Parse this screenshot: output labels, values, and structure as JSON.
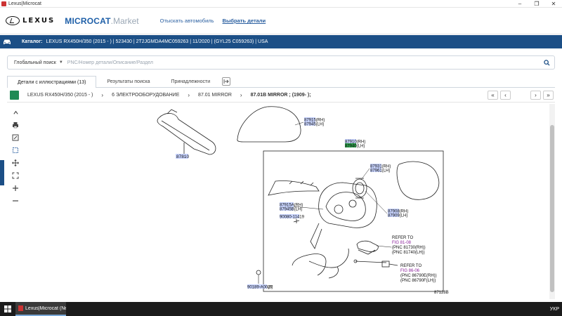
{
  "window": {
    "title": "Lexus|Microcat",
    "controls": [
      "–",
      "❐",
      "✕"
    ]
  },
  "brand": {
    "logo_word": "LEXUS",
    "name": "MICROCAT",
    "suffix": ".Market"
  },
  "topnav": {
    "find_vehicle": "Отыскать автомобиль",
    "select_parts": "Выбрать детали"
  },
  "catalog": {
    "label": "Каталог:",
    "value": "LEXUS RX450H/350 (2015 - ) | 523430 | 2T2JGMDA4MC059263 | 11/2020 | (GYL25 C059263) | USA"
  },
  "search": {
    "type": "Глобальный поиск",
    "placeholder": "PNC/Номер детали/Описание/Раздел"
  },
  "tabs": [
    {
      "label": "Детали с иллюстрациями (13)"
    },
    {
      "label": "Результаты поиска"
    },
    {
      "label": "Принадлежности"
    }
  ],
  "breadcrumb": [
    {
      "label": "LEXUS RX450H/350 (2015 - )"
    },
    {
      "label": "6 ЭЛЕКТРООБОРУДОВАНИЕ"
    },
    {
      "label": "87.01 MIRROR"
    },
    {
      "label": "87.01B MIRROR ; (1909- );"
    }
  ],
  "pager": [
    "«",
    "‹",
    "›",
    "»"
  ],
  "diagram": {
    "callouts": {
      "inner_mirror": "87810",
      "outer_cover_rh": "87915(RH)",
      "outer_cover_lh": "87945(LH)",
      "assy_rh": "87910(RH)",
      "assy_lh": "87940(LH)",
      "glass_rh": "87931(RH)",
      "glass_lh": "87961(LH)",
      "garnish_rh": "87915A(RH)",
      "garnish_lh": "87945B(LH)",
      "screw": "90080-11419",
      "actuator_rh": "87908(RH)",
      "actuator_lh": "87909(LH)",
      "refer_1_title": "REFER TO",
      "refer_1_fig": "FIG 81-08",
      "refer_1_pnc_rh": "(PNC 81730(RH))",
      "refer_1_pnc_lh": "(PNC 81740(LH))",
      "refer_2_title": "REFER TO",
      "refer_2_fig": "FIG 86-06",
      "refer_2_pnc_rh": "(PNC 86790E(RH))",
      "refer_2_pnc_lh": "(PNC 86790F(LH))",
      "clip": "90189-A0027",
      "clip_qty": "(8)",
      "illustration_no": "87128B"
    }
  },
  "taskbar": {
    "task": "Lexus|Microcat (Ne...",
    "tray": "УКР"
  }
}
